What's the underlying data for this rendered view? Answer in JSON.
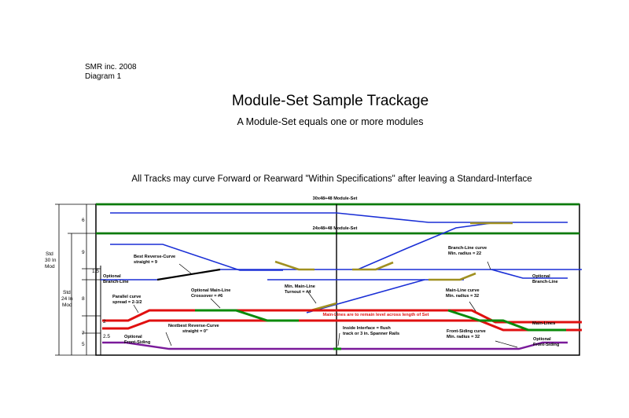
{
  "header": {
    "company": "SMR inc. 2008",
    "diagram_no": "Diagram 1",
    "title": "Module-Set Sample Trackage",
    "subtitle": "A Module-Set equals one or more modules",
    "curve_note": "All Tracks may curve Forward or Rearward \"Within Specifications\" after leaving a Standard-Interface"
  },
  "diagram": {
    "set_30": "30x48+48 Module-Set",
    "set_24": "24x48+48 Module-Set",
    "dims": {
      "std30_a": "Std",
      "std30_b": "30 In",
      "std30_c": "Mod",
      "std24_a": "Std",
      "std24_b": "24 In",
      "std24_c": "Mod",
      "d6": "6",
      "d9": "9",
      "d8": "8",
      "d7": "7",
      "d5": "5",
      "d15": "1.5",
      "d2": "2",
      "d25": "2.5"
    },
    "labels": {
      "best_rev_1": "Best Reverse-Curve",
      "best_rev_2": "straight = 9",
      "branch_curve_1": "Branch-Line curve",
      "branch_curve_2": "Min. radius = 22",
      "opt_branch_l1": "Optional",
      "opt_branch_l2": "Branch-Line",
      "opt_branch_r1": "Optional",
      "opt_branch_r2": "Branch-Line",
      "parallel_1": "Parallel curve",
      "parallel_2": "spread = 2-1/2",
      "crossover_1": "Optional Main-Line",
      "crossover_2": "Crossover = #6",
      "turnout_1": "Min. Main-Line",
      "turnout_2": "Turnout = #4",
      "main_curve_1": "Main-Line curve",
      "main_curve_2": "Min. radius = 32",
      "main_level": "Main-Lines are to remain level across length of Set",
      "main_lines": "Main-Lines",
      "next_rev_1": "Nextbest Reverse-Curve",
      "next_rev_2": "straight = 0\"",
      "inside_1": "Inside Interface = flush",
      "inside_2": "track or 3 in. Spanner Rails",
      "front_curve_1": "Front-Siding curve",
      "front_curve_2": "Min. radius = 32",
      "opt_front_l1": "Optional",
      "opt_front_l2": "Front-Siding",
      "opt_front_r1": "Optional",
      "opt_front_r2": "Front-Siding"
    }
  },
  "colors": {
    "module_edge": "#0a7a0a",
    "branch": "#1a2fd6",
    "main_red": "#e01010",
    "main_green": "#0a8a0a",
    "front": "#7a1a9a",
    "turnout": "#a09020",
    "note_red": "#e01010"
  }
}
